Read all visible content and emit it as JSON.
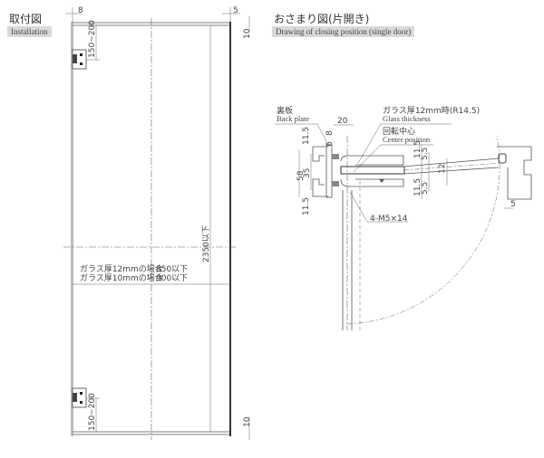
{
  "left": {
    "title": "取付図",
    "subtitle": "Installation",
    "dims": {
      "left_gap": "8",
      "right_gap": "5",
      "top_gap": "10",
      "bottom_gap": "10",
      "hinge_top": "150~200",
      "hinge_bottom": "150~200",
      "height": "2350以下"
    },
    "width_note": {
      "line1_label": "ガラス厚12mmの場合",
      "line1_value": "850以下",
      "line2_label": "ガラス厚10mmの場合",
      "line2_value": "900以下"
    }
  },
  "right": {
    "title": "おさまり図(片開き)",
    "subtitle": "Drawing of closing position (single door)",
    "back_plate_jp": "裏板",
    "back_plate_en": "Back plate",
    "glass_jp": "ガラス厚12mm時(R14.5)",
    "glass_en": "Glass thickness",
    "center_jp": "回転中心",
    "center_en": "Center position",
    "screw": "4-M5×14",
    "dims": {
      "d20": "20",
      "d8": "8",
      "d6": "6",
      "d11_5a": "11.5",
      "d58": "58",
      "d35": "35",
      "d11_5b": "11.5",
      "d11_5c": "11.5",
      "d5_5a": "5.5",
      "d12": "12",
      "d11_5d": "11.5",
      "d5_5b": "5.5",
      "d5": "5"
    }
  }
}
